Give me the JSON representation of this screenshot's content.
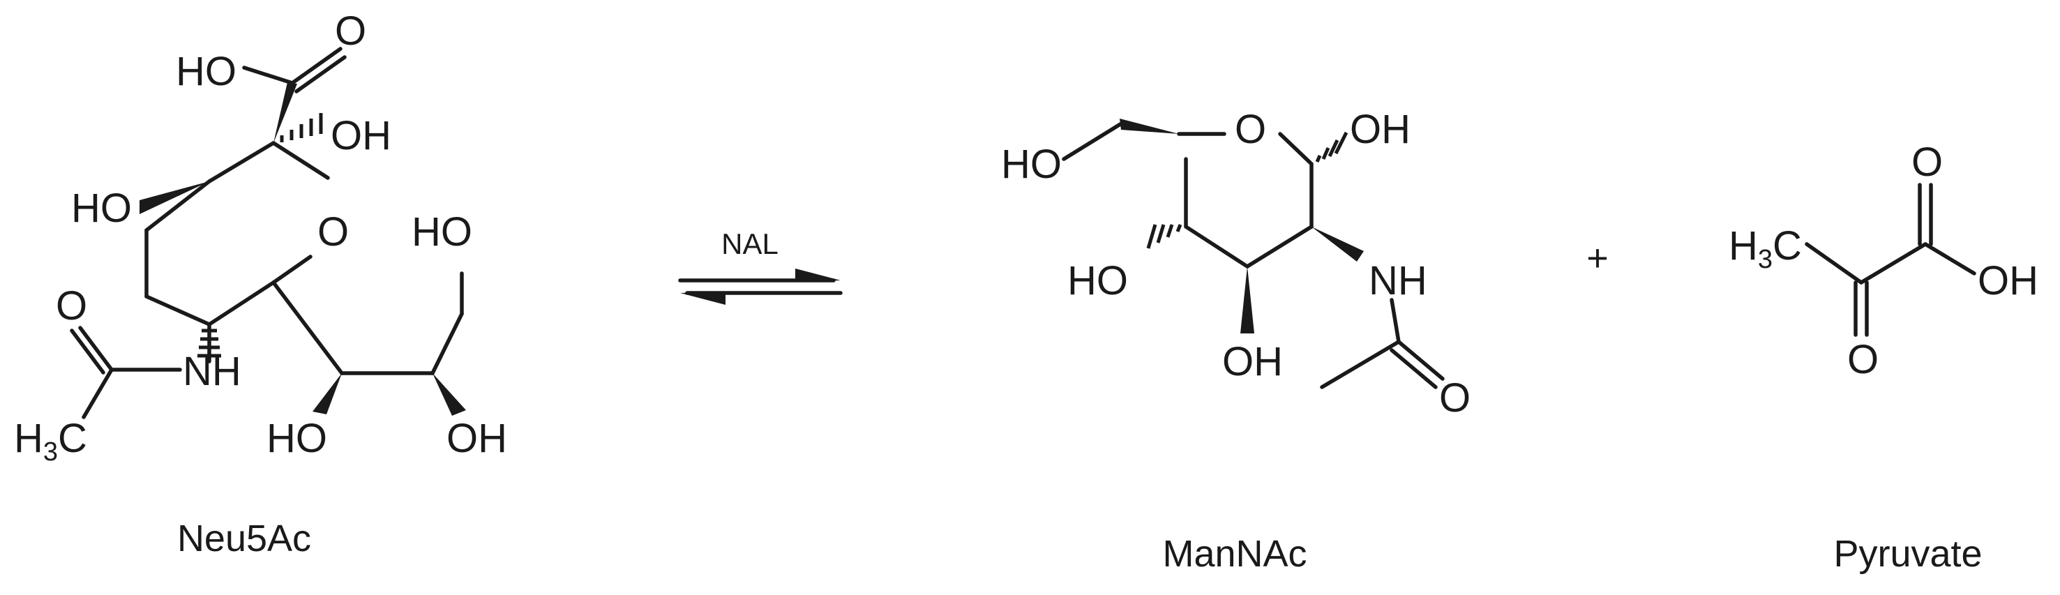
{
  "reaction": {
    "enzyme": "NAL",
    "plus_sign": "+",
    "compounds": [
      {
        "name": "Neu5Ac",
        "atoms": {
          "carboxyl_oh": "HO",
          "carbonyl_o": "O",
          "anomeric_oh": "OH",
          "ring_o": "O",
          "c4_oh": "HO",
          "side_chain_oh_top": "HO",
          "amide_o": "O",
          "amide_nh": "NH",
          "methyl_h": "H",
          "methyl_3": "3",
          "methyl_c": "C",
          "glycerol_oh_left": "HO",
          "glycerol_oh_right": "OH"
        }
      },
      {
        "name": "ManNAc",
        "atoms": {
          "c6_oh": "HO",
          "ring_o": "O",
          "anomeric_oh": "OH",
          "c4_oh": "HO",
          "c3_oh": "OH",
          "amide_nh": "NH",
          "amide_o": "O"
        }
      },
      {
        "name": "Pyruvate",
        "atoms": {
          "methyl_h": "H",
          "methyl_3": "3",
          "methyl_c": "C",
          "carbonyl_top_o": "O",
          "acid_oh": "OH",
          "keto_o": "O"
        }
      }
    ]
  }
}
